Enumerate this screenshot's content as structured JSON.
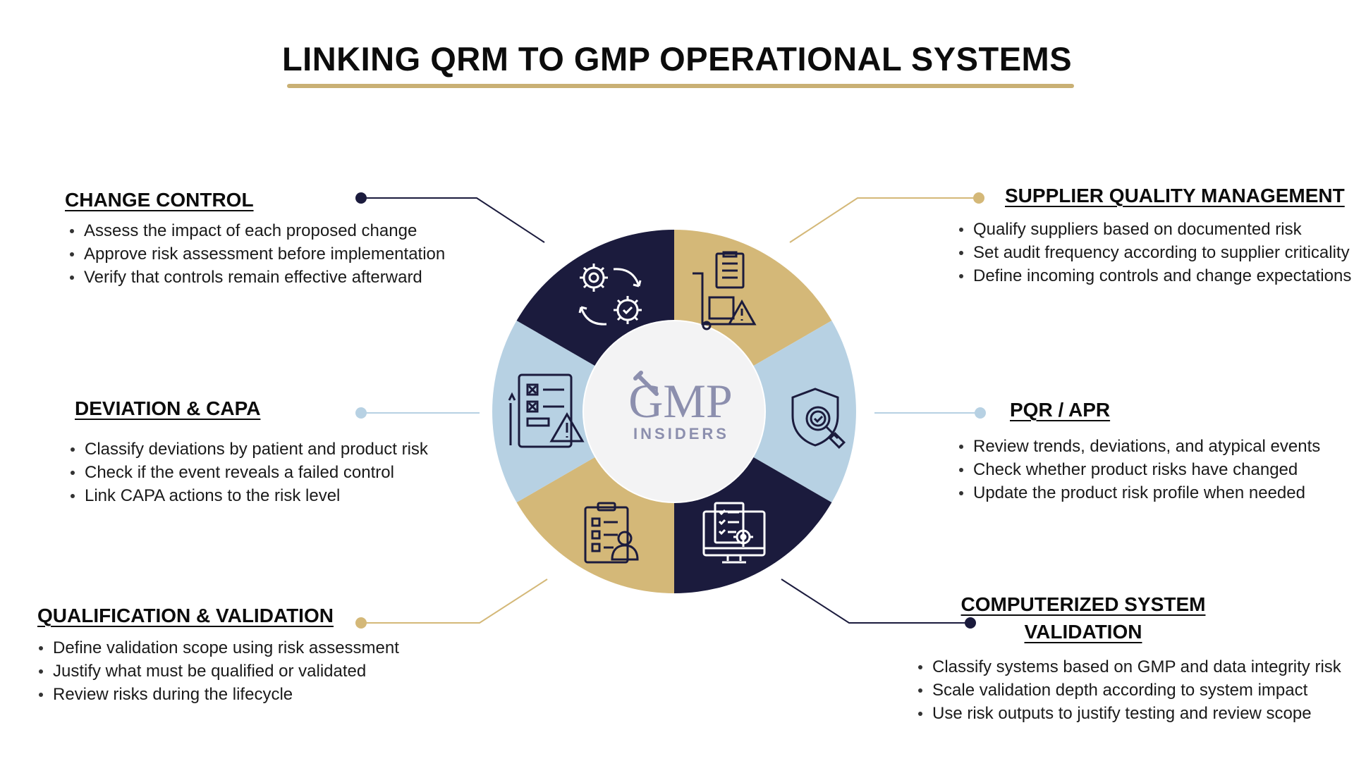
{
  "title": "LINKING QRM TO GMP OPERATIONAL SYSTEMS",
  "colors": {
    "navy": "#1b1b3d",
    "gold": "#d4b878",
    "light_blue": "#b7d1e3",
    "title_rule": "#c9b074",
    "center": "#f3f3f4",
    "logo_text": "#8c8fae"
  },
  "logo": {
    "text_top": "GMP",
    "text_bottom": "INSIDERS"
  },
  "sections": {
    "change_control": {
      "heading": "CHANGE CONTROL",
      "items": [
        "Assess the impact of each proposed change",
        "Approve risk assessment before implementation",
        "Verify that controls remain effective afterward"
      ],
      "icon": "gears-cycle-icon"
    },
    "supplier": {
      "heading": "SUPPLIER QUALITY MANAGEMENT",
      "items": [
        "Qualify suppliers based on documented risk",
        "Set audit frequency according to supplier criticality",
        "Define incoming controls and change expectations"
      ],
      "icon": "cart-clipboard-warning-icon"
    },
    "deviation": {
      "heading": "DEVIATION & CAPA",
      "items": [
        "Classify deviations by patient and product risk",
        "Check if the event reveals a failed control",
        "Link CAPA actions to the risk level"
      ],
      "icon": "checklist-warning-icon"
    },
    "pqr": {
      "heading": "PQR / APR",
      "items": [
        "Review trends, deviations, and atypical events",
        "Check whether product risks have changed",
        "Update the product risk profile when needed"
      ],
      "icon": "shield-search-icon"
    },
    "qualification": {
      "heading": "QUALIFICATION & VALIDATION",
      "items": [
        "Define validation scope using risk assessment",
        "Justify what must be qualified or validated",
        "Review risks during the lifecycle"
      ],
      "icon": "clipboard-person-icon"
    },
    "csv": {
      "heading_line1": "COMPUTERIZED SYSTEM",
      "heading_line2": "VALIDATION",
      "items": [
        "Classify systems based on GMP and data integrity risk",
        "Scale validation depth according to system impact",
        "Use risk outputs to justify testing and review scope"
      ],
      "icon": "monitor-checklist-gear-icon"
    }
  }
}
